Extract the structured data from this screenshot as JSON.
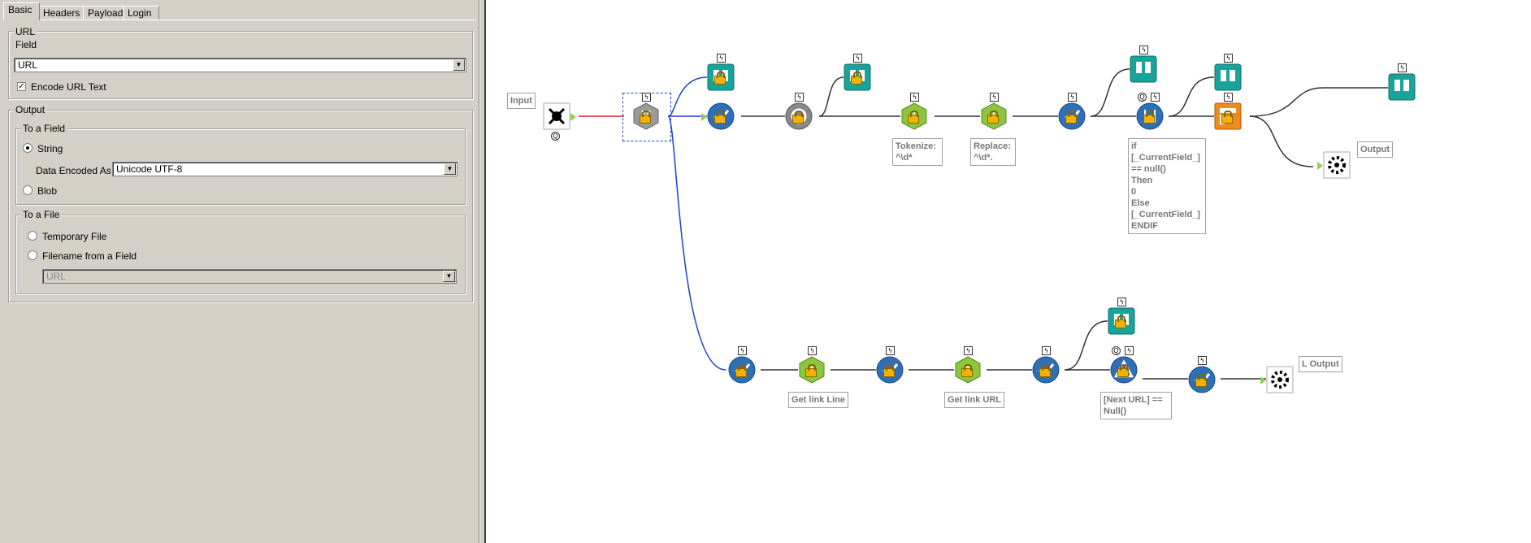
{
  "tabs": [
    "Basic",
    "Headers",
    "Payload",
    "Login"
  ],
  "url_group": {
    "legend": "URL",
    "field_label": "Field",
    "field_value": "URL",
    "encode_label": "Encode URL Text",
    "encode_checked": true
  },
  "output_group": {
    "legend": "Output",
    "to_field": {
      "legend": "To a Field",
      "string_label": "String",
      "encoded_as_label": "Data Encoded As",
      "encoded_as_value": "Unicode UTF-8",
      "blob_label": "Blob"
    },
    "to_file": {
      "legend": "To a File",
      "temp_label": "Temporary File",
      "filename_label": "Filename from a Field",
      "filename_value": "URL"
    }
  },
  "canvas": {
    "annotations": {
      "input": "Input",
      "tokenize": "Tokenize:\n^\\d*",
      "replace": "Replace:\n^\\d*.",
      "formula": "if\n[_CurrentField_]\n== null()\nThen\n0\nElse\n[_CurrentField_]\nENDIF",
      "output": "Output",
      "get_link_line": "Get link Line",
      "get_link_url": "Get link URL",
      "next_url": "[Next URL] ==\nNull()",
      "l_output": "L Output"
    },
    "colors": {
      "teal": "#1aa39a",
      "blue": "#2e6fb8",
      "green": "#8cc63f",
      "orange": "#f08a1e",
      "grey": "#9a9a9a",
      "wire_blue": "#1f3fd1",
      "wire_red": "#e02020",
      "wire_black": "#333333"
    }
  }
}
